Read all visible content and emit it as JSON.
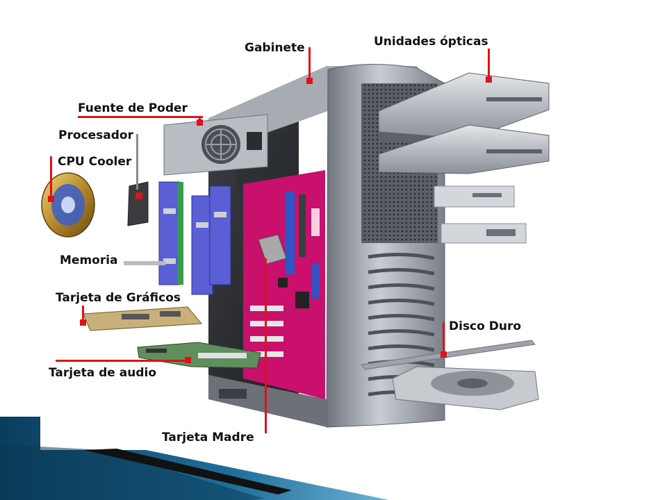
{
  "labels": {
    "gabinete": "Gabinete",
    "unidades_opticas": "Unidades ópticas",
    "fuente_de_poder": "Fuente de Poder",
    "procesador": "Procesador",
    "cpu_cooler": "CPU Cooler",
    "memoria": "Memoria",
    "tarjeta_graficos": "Tarjeta de Gráficos",
    "disco_duro": "Disco Duro",
    "tarjeta_audio": "Tarjeta de audio",
    "tarjeta_madre": "Tarjeta Madre"
  },
  "colors": {
    "leader": "#d8141e",
    "motherboard": "#c8106c",
    "case_metal": "#8f949c",
    "memory": "#5a5fd6",
    "cooler": "#c8a040",
    "slide_accent": "#1f6f9a"
  }
}
